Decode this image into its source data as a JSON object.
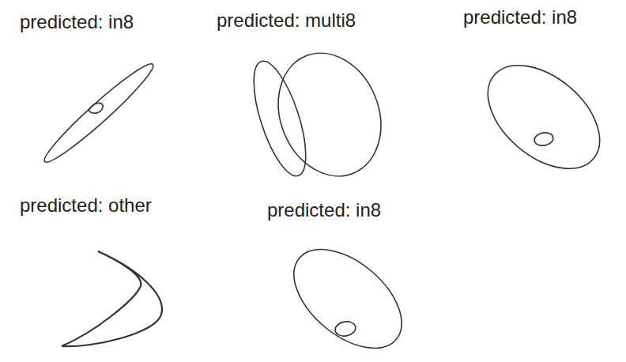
{
  "diagram": {
    "labels": [
      "predicted: in8",
      "predicted: multi8",
      "predicted: in8",
      "predicted: other",
      "predicted: in8"
    ]
  }
}
